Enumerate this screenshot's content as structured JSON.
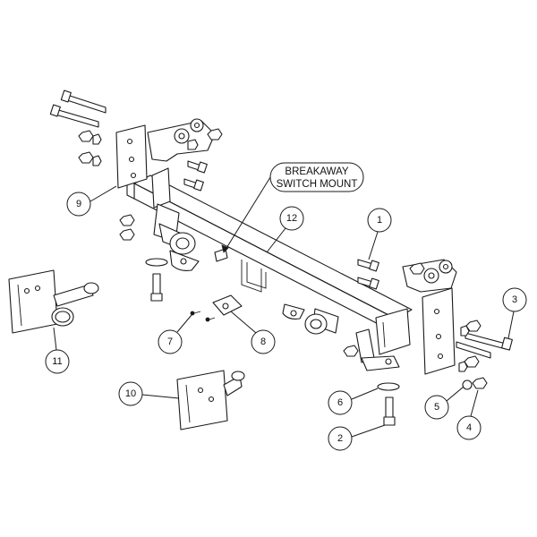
{
  "callout": {
    "line1": "BREAKAWAY",
    "line2": "SWITCH MOUNT"
  },
  "part_numbers": {
    "p1": "1",
    "p2": "2",
    "p3": "3",
    "p4": "4",
    "p5": "5",
    "p6": "6",
    "p7": "7",
    "p8": "8",
    "p9": "9",
    "p10": "10",
    "p11": "11",
    "p12": "12"
  }
}
